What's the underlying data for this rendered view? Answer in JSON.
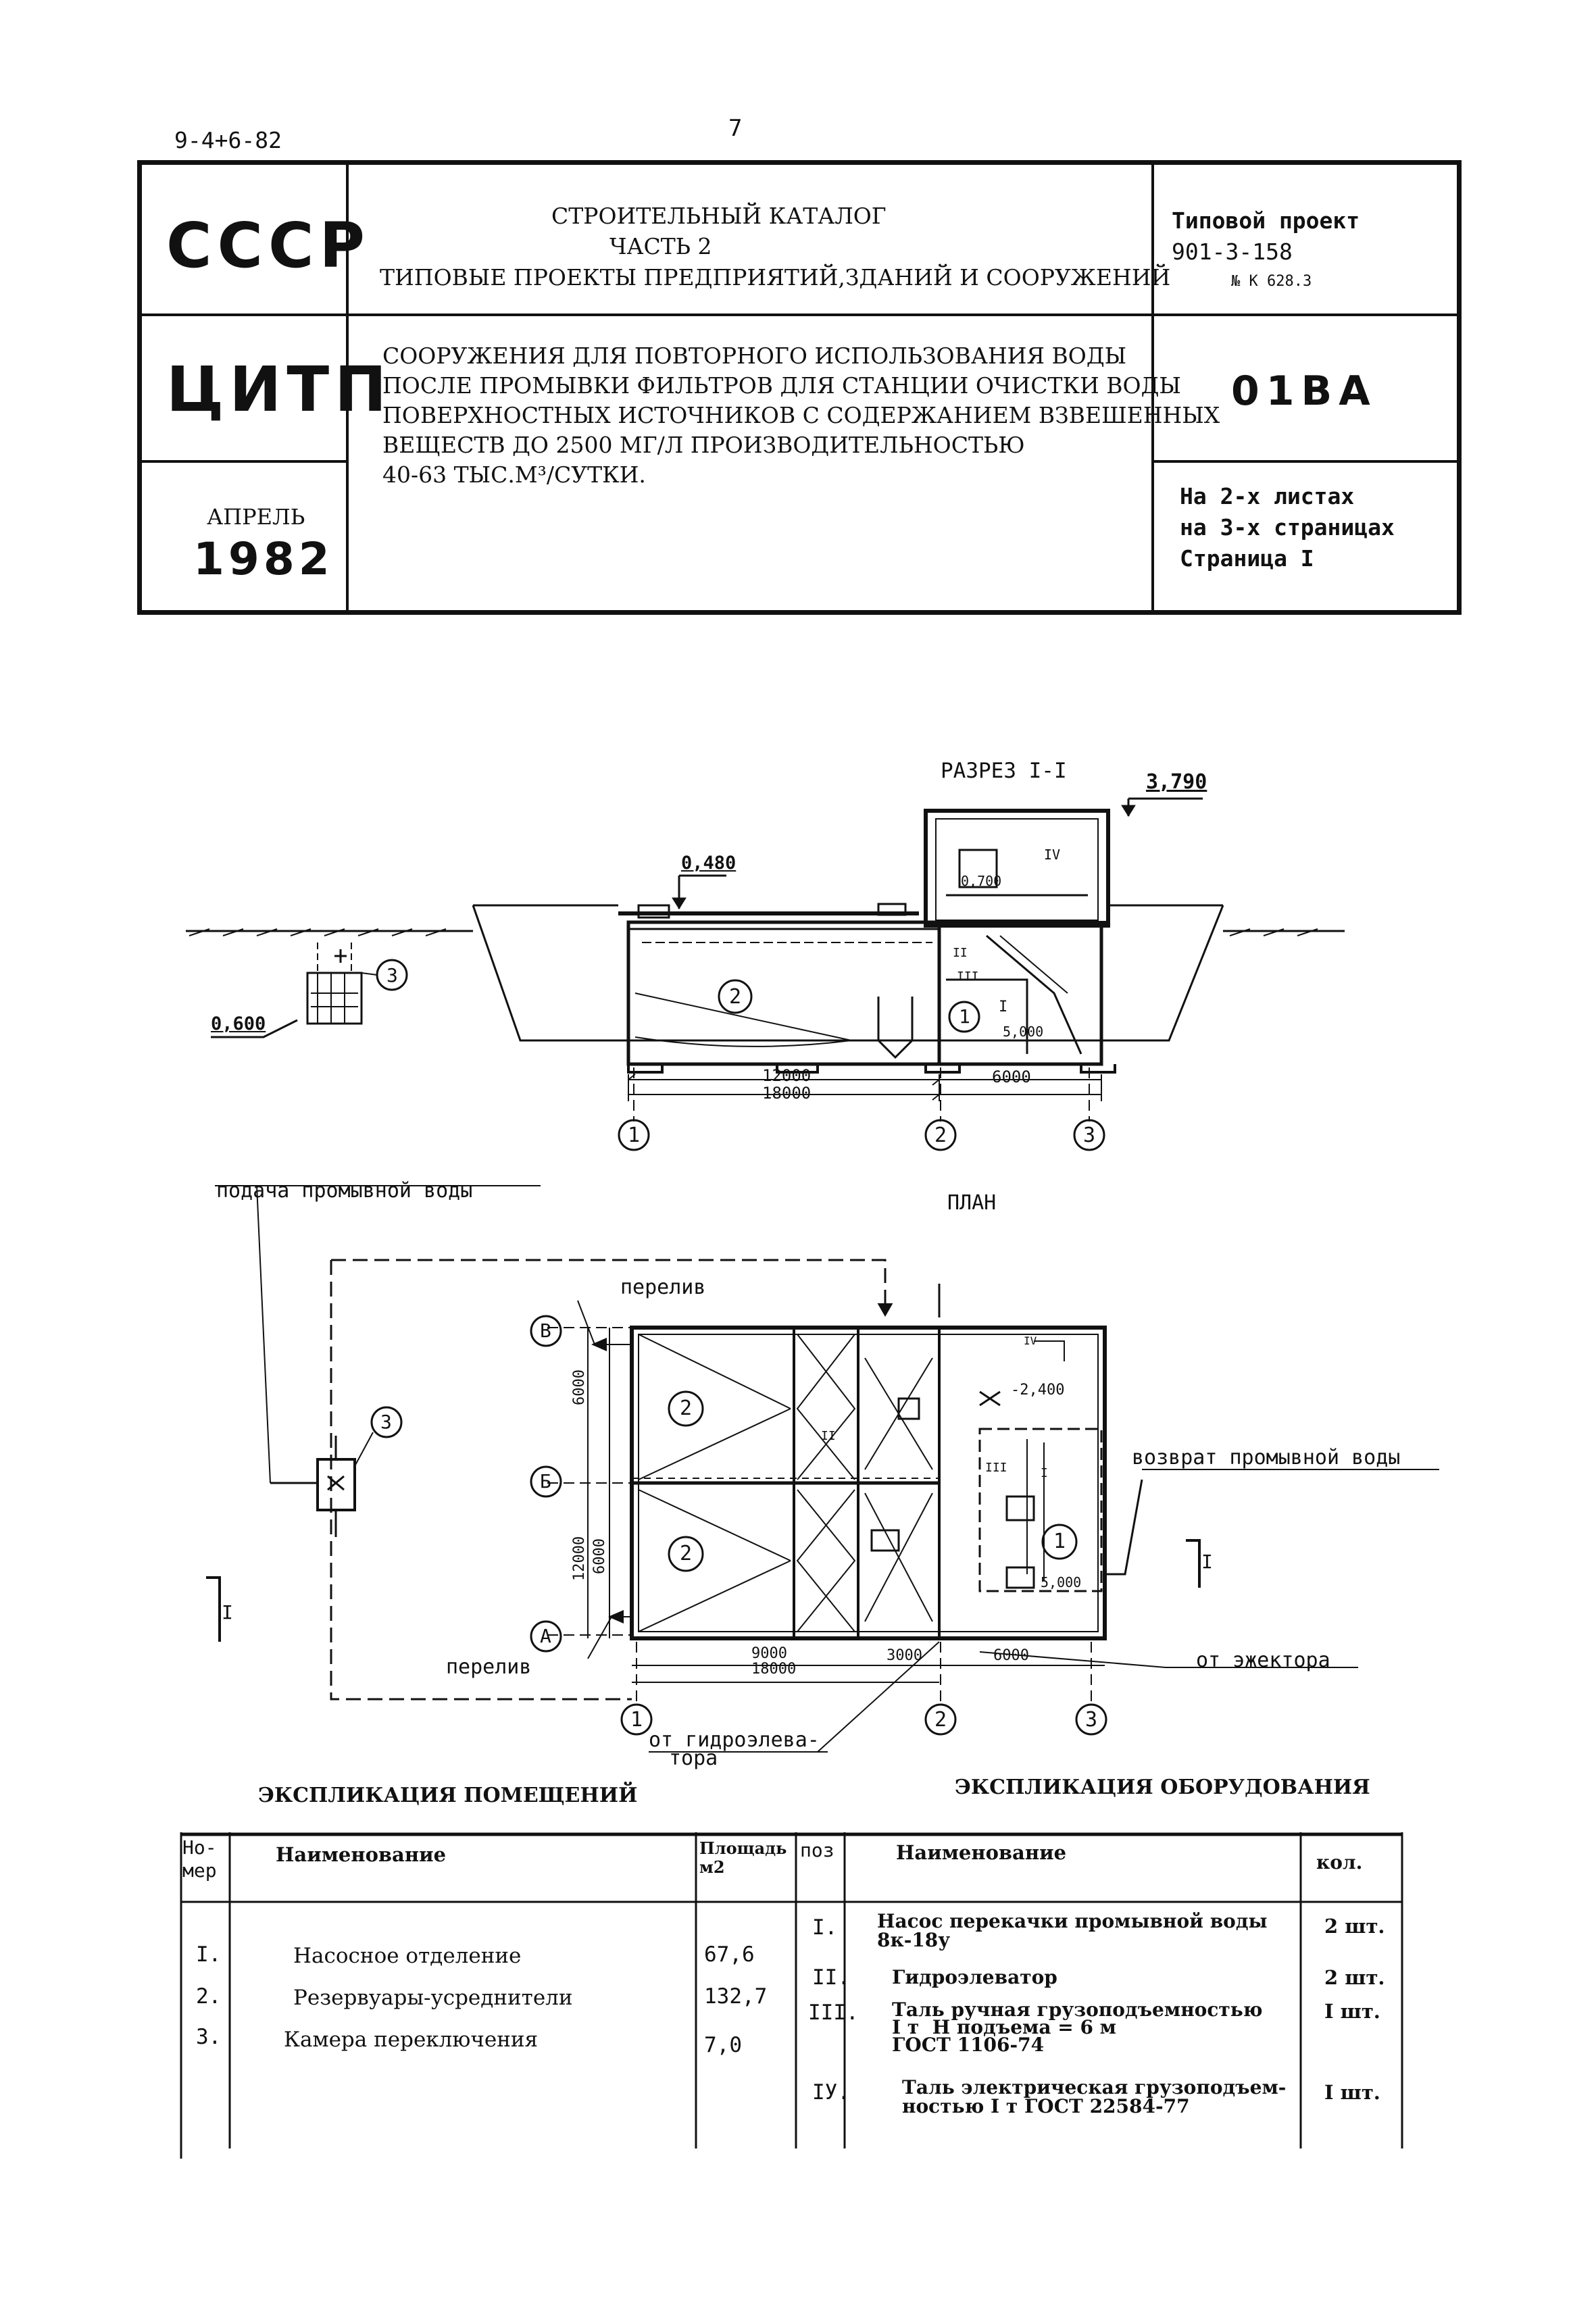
{
  "header": {
    "doc_code": "9-4+6-82",
    "page_number": "7"
  },
  "title_block": {
    "country": "СССР",
    "org": "ЦИТП",
    "month": "АПРЕЛЬ",
    "year": "1982",
    "catalog_title": "СТРОИТЕЛЬНЫЙ КАТАЛОГ",
    "catalog_part": "ЧАСТЬ 2",
    "catalog_section": "ТИПОВЫЕ ПРОЕКТЫ ПРЕДПРИЯТИЙ,ЗДАНИЙ И СООРУЖЕНИЙ",
    "project_label": "Типовой проект",
    "project_number": "901-3-158",
    "project_sub": "№ К 628.3",
    "description_lines": [
      "СООРУЖЕНИЯ ДЛЯ ПОВТОРНОГО ИСПОЛЬЗОВАНИЯ ВОДЫ",
      "ПОСЛЕ ПРОМЫВКИ ФИЛЬТРОВ ДЛЯ СТАНЦИИ ОЧИСТКИ ВОДЫ",
      "ПОВЕРХНОСТНЫХ ИСТОЧНИКОВ С СОДЕРЖАНИЕМ ВЗВЕШЕННЫХ",
      "ВЕЩЕСТВ ДО 2500 МГ/Л ПРОИЗВОДИТЕЛЬНОСТЬЮ",
      "40-63 ТЫС.М³/СУТКИ."
    ],
    "catalog_code": "01ВА",
    "sheets_lines": [
      "На 2-х листах",
      "на 3-х страницах",
      "Страница I"
    ]
  },
  "section_drawing": {
    "title": "РАЗРЕЗ I-I",
    "elev_top": "3,790",
    "elev_roof": "0,480",
    "elev_left": "0,600",
    "elev_inner": "0,700",
    "elev_pit": "5,000",
    "dim_12000": "12000",
    "dim_18000": "18000",
    "dim_6000": "6000",
    "axes": [
      "1",
      "2",
      "3"
    ],
    "labels": [
      "2",
      "1",
      "3",
      "I",
      "II",
      "III",
      "IV"
    ]
  },
  "plan_drawing": {
    "title": "ПЛАН",
    "supply_label": "подача промывной воды",
    "overflow_top": "перелив",
    "overflow_bottom": "перелив",
    "return_label": "возврат промывной воды",
    "ejector_label": "от эжектора",
    "hydroelev_label_1": "от гидроэлева-",
    "hydroelev_label_2": "тора",
    "row_axes": [
      "В",
      "Б",
      "А"
    ],
    "col_axes": [
      "1",
      "2",
      "3"
    ],
    "dims": {
      "d6000a": "6000",
      "d6000b": "6000",
      "d12000": "12000",
      "d9000": "9000",
      "d18000": "18000",
      "d3000": "3000",
      "d6000c": "6000",
      "d2400": "-2,400",
      "d5000": "5,000"
    },
    "rooms": [
      "2",
      "2",
      "1",
      "3"
    ],
    "equip_marks": [
      "II",
      "III",
      "I",
      "IV"
    ],
    "section_mark": "I"
  },
  "rooms_explication": {
    "title": "ЭКСПЛИКАЦИЯ ПОМЕЩЕНИЙ",
    "headers": {
      "num": "Но-\nмер",
      "name": "Наименование",
      "area": "Площадь\nм2"
    },
    "rows": [
      {
        "num": "I.",
        "name": "Насосное отделение",
        "area": "67,6"
      },
      {
        "num": "2.",
        "name": "Резервуары-усреднители",
        "area": "132,7"
      },
      {
        "num": "3.",
        "name": "Камера переключения",
        "area": "7,0"
      }
    ]
  },
  "equipment_explication": {
    "title": "ЭКСПЛИКАЦИЯ ОБОРУДОВАНИЯ",
    "headers": {
      "pos": "поз",
      "name": "Наименование",
      "qty": "кол."
    },
    "rows": [
      {
        "pos": "I.",
        "name": "Насос перекачки промывной воды\n8к-18у",
        "qty": "2 шт."
      },
      {
        "pos": "II.",
        "name": "Гидроэлеватор",
        "qty": "2 шт."
      },
      {
        "pos": "III.",
        "name": "Таль ручная грузоподъемностью\nI т  Н подъема = 6 м\nГОСТ 1106-74",
        "qty": "I шт."
      },
      {
        "pos": "IУ.",
        "name": "Таль электрическая грузоподъем-\nностью I т ГОСТ 22584-77",
        "qty": "I шт."
      }
    ]
  }
}
